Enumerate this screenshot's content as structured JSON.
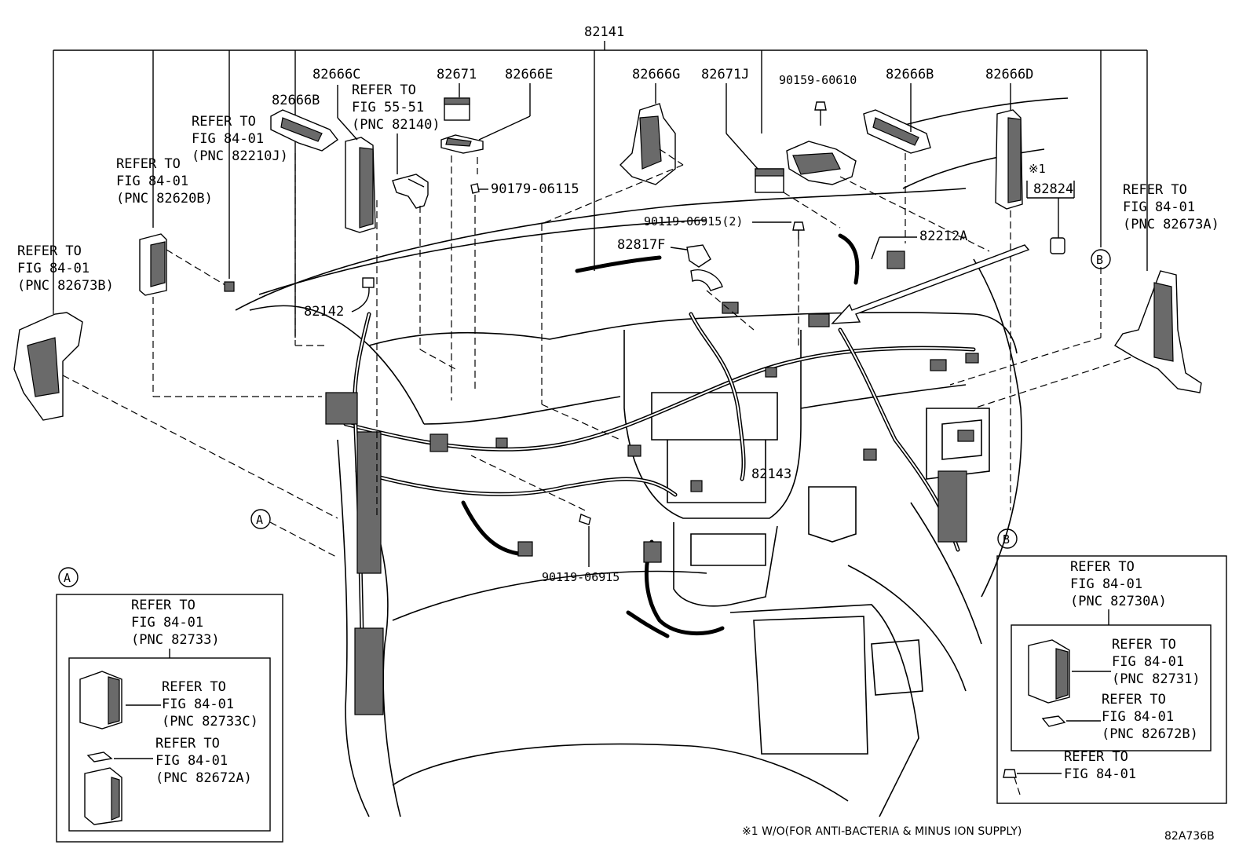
{
  "diagram": {
    "main_part": "82141",
    "figure_code": "82A736B",
    "footnote": "※1 W/O(FOR ANTI-BACTERIA & MINUS ION SUPPLY)",
    "parts": {
      "p82666B_left": "82666B",
      "p82666C": "82666C",
      "p82671": "82671",
      "p82666E": "82666E",
      "p82666G": "82666G",
      "p82671J": "82671J",
      "p90159": "90159-60610",
      "p82666B_right": "82666B",
      "p82666D": "82666D",
      "p82824": "82824",
      "note_mark": "※1",
      "p90179": "90179-06115",
      "p90119_2": "90119-06915(2)",
      "p82817F": "82817F",
      "p82212A": "82212A",
      "p82142": "82142",
      "p82143": "82143",
      "p90119": "90119-06915"
    },
    "refs": {
      "r55_51": [
        "REFER TO",
        "FIG 55-51",
        "(PNC 82140)"
      ],
      "r82210J": [
        "REFER TO",
        "FIG 84-01",
        "(PNC 82210J)"
      ],
      "r82620B": [
        "REFER TO",
        "FIG 84-01",
        "(PNC 82620B)"
      ],
      "r82673B": [
        "REFER TO",
        "FIG 84-01",
        "(PNC 82673B)"
      ],
      "r82673A": [
        "REFER TO",
        "FIG 84-01",
        "(PNC 82673A)"
      ],
      "r82733": [
        "REFER TO",
        "FIG 84-01",
        "(PNC 82733)"
      ],
      "r82733C": [
        "REFER TO",
        "FIG 84-01",
        "(PNC 82733C)"
      ],
      "r82672A": [
        "REFER TO",
        "FIG 84-01",
        "(PNC 82672A)"
      ],
      "r82730A": [
        "REFER TO",
        "FIG 84-01",
        "(PNC 82730A)"
      ],
      "r82731": [
        "REFER TO",
        "FIG 84-01",
        "(PNC 82731)"
      ],
      "r82672B": [
        "REFER TO",
        "FIG 84-01",
        "(PNC 82672B)"
      ],
      "r84_01": [
        "REFER TO",
        "FIG 84-01"
      ]
    },
    "callouts": {
      "A": "A",
      "B": "B"
    }
  }
}
